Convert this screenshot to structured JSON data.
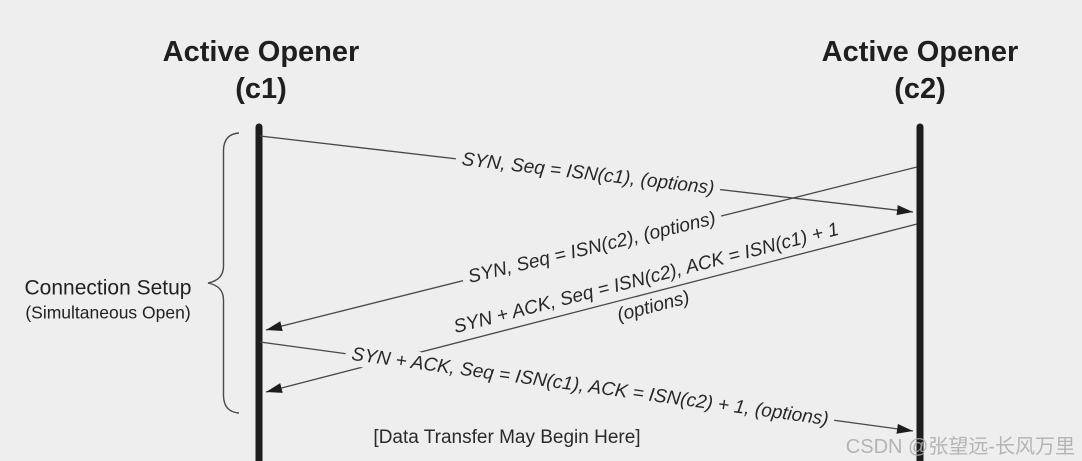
{
  "diagram": {
    "type": "tcp-sequence-diagram",
    "endpoints": [
      {
        "name": "Active Opener",
        "id": "(c1)"
      },
      {
        "name": "Active Opener",
        "id": "(c2)"
      }
    ],
    "phase_label": {
      "line1": "Connection Setup",
      "line2": "(Simultaneous Open)"
    },
    "messages": [
      {
        "from": "c1",
        "to": "c2",
        "label": "SYN, Seq = ISN(c1), (options)"
      },
      {
        "from": "c2",
        "to": "c1",
        "label": "SYN, Seq = ISN(c2), (options)"
      },
      {
        "from": "c2",
        "to": "c1",
        "label": "SYN + ACK, Seq = ISN(c2), ACK = ISN(c1) + 1",
        "label2": "(options)"
      },
      {
        "from": "c1",
        "to": "c2",
        "label": "SYN + ACK, Seq = ISN(c1), ACK = ISN(c2) + 1, (options)"
      }
    ],
    "footnote": "[Data Transfer May Begin Here]"
  },
  "watermark": "CSDN @张望远-长风万里",
  "colors": {
    "background": "#eeeeee",
    "timeline": "#1d1d1d",
    "arrow_line": "#474747",
    "arrowhead": "#1d1d1d",
    "text": "#1f1f1f",
    "watermark": "#acacac"
  }
}
